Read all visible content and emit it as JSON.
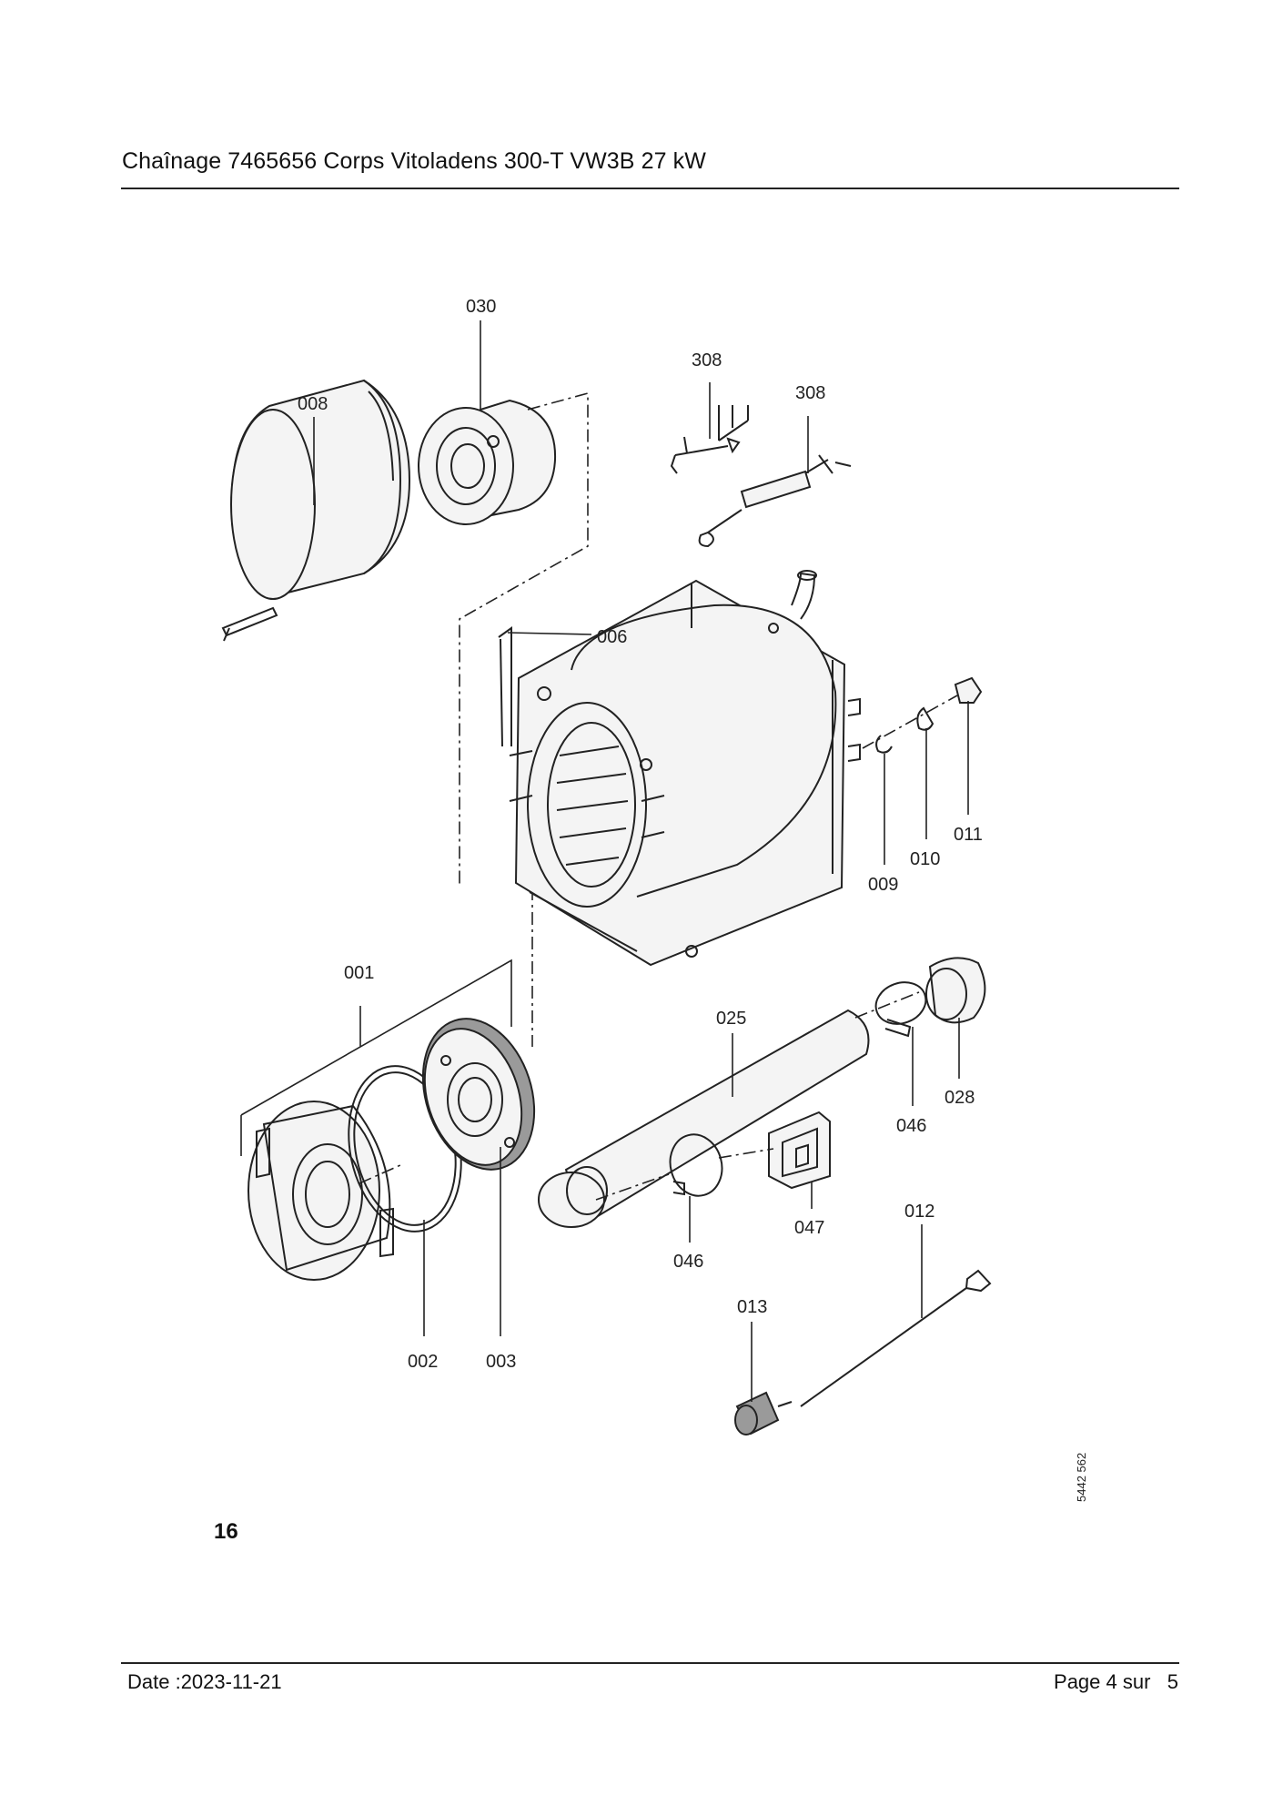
{
  "header": {
    "title": "Chaînage 7465656 Corps Vitoladens 300-T VW3B 27 kW"
  },
  "figure": {
    "number": "16",
    "reference": "5442 562",
    "labels": {
      "p030": "030",
      "p008": "008",
      "p308a": "308",
      "p308b": "308",
      "p006": "006",
      "p011": "011",
      "p010": "010",
      "p009": "009",
      "p001": "001",
      "p025": "025",
      "p046a": "046",
      "p028": "028",
      "p047": "047",
      "p046b": "046",
      "p012": "012",
      "p013": "013",
      "p002": "002",
      "p003": "003"
    }
  },
  "footer": {
    "date": "Date :2023-11-21",
    "page": "Page 4 sur   5"
  }
}
